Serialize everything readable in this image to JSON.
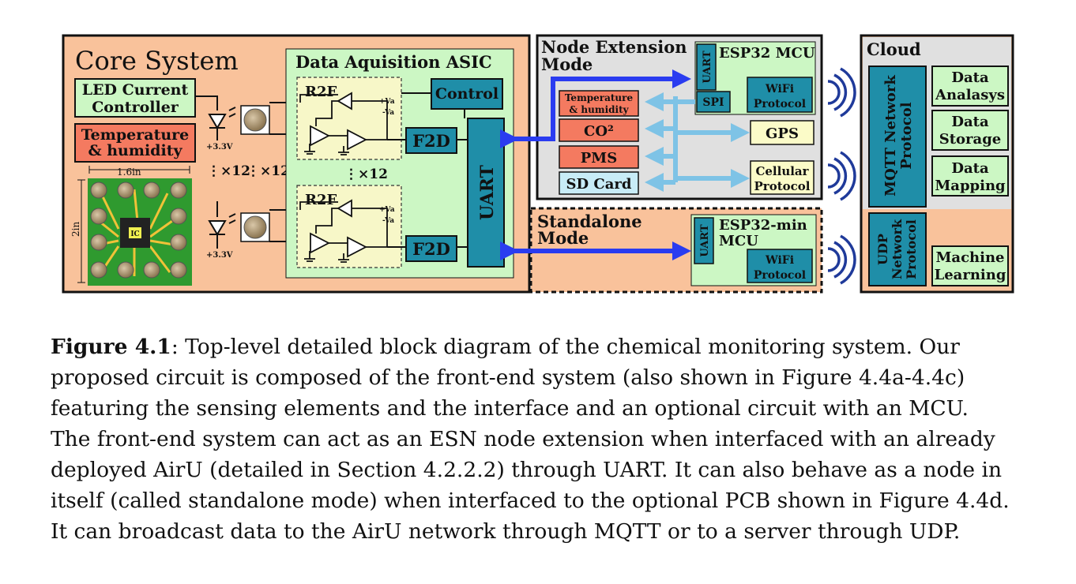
{
  "core": {
    "title": "Core System",
    "led_controller": [
      "LED Current",
      "Controller"
    ],
    "temp_humidity": [
      "Temperature",
      "& humidity"
    ],
    "width_label": "1.6in",
    "height_label": "2in",
    "ic_label": "IC",
    "supply_label": "+3.3V",
    "mult_label": "⋮×12"
  },
  "asic": {
    "title": "Data Aquisition ASIC",
    "r2f": "R2F",
    "control": "Control",
    "f2d": "F2D",
    "uart": "UART",
    "plus_va": "+Va",
    "minus_va": "-Va"
  },
  "node_ext": {
    "title": [
      "Node Extension",
      "Mode"
    ],
    "mcu_title": "ESP32 MCU",
    "uart": "UART",
    "spi": "SPI",
    "wifi": [
      "WiFi",
      "Protocol"
    ],
    "temp": [
      "Temperature",
      "& humidity"
    ],
    "co2": "CO²",
    "pms": "PMS",
    "sd": "SD Card",
    "gps": "GPS",
    "cellular": [
      "Cellular",
      "Protocol"
    ]
  },
  "standalone": {
    "title": [
      "Standalone",
      "Mode"
    ],
    "mcu_title": [
      "ESP32-min",
      "MCU"
    ],
    "uart": "UART",
    "wifi": [
      "WiFi",
      "Protocol"
    ]
  },
  "cloud": {
    "title": "Cloud",
    "mqtt": [
      "MQTT Network",
      "Protocol"
    ],
    "udp": [
      "UDP",
      "Network",
      "Protocol"
    ],
    "analysis": [
      "Data",
      "Analasys"
    ],
    "storage": [
      "Data",
      "Storage"
    ],
    "mapping": [
      "Data",
      "Mapping"
    ],
    "ml": [
      "Machine",
      "Learning"
    ]
  },
  "caption": {
    "label": "Figure 4.1",
    "first_line_rest": ": Top-level detailed block diagram of the chemical monitoring system.  Our",
    "lines": [
      "proposed circuit is composed of the front-end system (also shown in Figure 4.4a-4.4c)",
      "featuring the sensing elements and the interface and an optional circuit with an MCU.",
      "The front-end system can act as an ESN node extension when interfaced with an already",
      "deployed AirU (detailed in Section 4.2.2.2) through UART. It can also behave as a node in",
      "itself (called standalone mode) when interfaced to the optional PCB shown in Figure 4.4d.",
      "It can broadcast data to the AirU network through MQTT or to a server through UDP."
    ]
  },
  "colors": {
    "core_bg": "#f9c29b",
    "light_green": "#ccf7c4",
    "teal": "#1f8ea8",
    "salmon": "#f47a60",
    "gray_bg": "#e0e0e0",
    "light_yellow": "#fbfbc8",
    "light_blue": "#c8ecf7",
    "arrow_blue": "#2a3cf0",
    "bus_blue": "#7ec3e6",
    "pcb_green": "#2f9a2f",
    "pcb_gold": "#f0c238"
  }
}
